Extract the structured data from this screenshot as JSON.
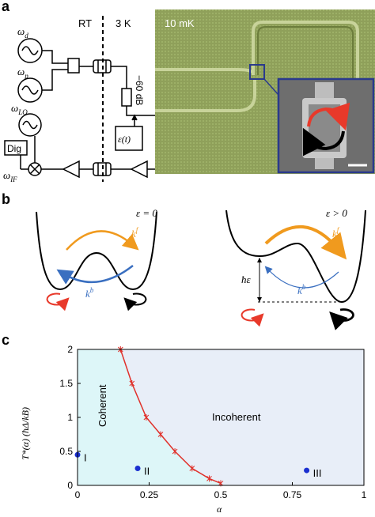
{
  "panel_a": {
    "label": "a",
    "rt_label": "RT",
    "cryo_label": "3 K",
    "mk_label": "10 mK",
    "omega_d": "ω",
    "omega_d_sub": "d",
    "omega_p": "ω",
    "omega_p_sub": "p",
    "omega_lo": "ω",
    "omega_lo_sub": "LO",
    "omega_if": "ω",
    "omega_if_sub": "IF",
    "dig": "Dig",
    "attenuation": "−60 dB",
    "epsilon_box": "ε(t)",
    "colors": {
      "chip_green": "#8fa05a",
      "inset_border": "#2a3a8c",
      "red_arrow": "#e8392a"
    }
  },
  "panel_b": {
    "label": "b",
    "left_eq": "ε = 0",
    "right_eq": "ε > 0",
    "kf": "k",
    "kf_sup": "f",
    "kb": "k",
    "kb_sup": "b",
    "hbar_eps": "ħε",
    "colors": {
      "orange": "#f09a1e",
      "blue": "#3a6fc0",
      "red": "#e8392a"
    }
  },
  "panel_c": {
    "label": "c",
    "ylabel": "T*(α) (ħΔ/kB)",
    "xlabel": "α",
    "region_coherent": "Coherent",
    "region_incoherent": "Incoherent",
    "point_labels": [
      "I",
      "II",
      "III"
    ],
    "colors": {
      "coherent_fill": "#ddf6f8",
      "incoherent_fill": "#e8eef8",
      "curve": "#e0302a",
      "points": "#1a2fd0"
    }
  },
  "chart_data": {
    "type": "line",
    "xlabel": "α",
    "ylabel": "T*(α) (ħΔ/kB)",
    "xlim": [
      0,
      1
    ],
    "ylim": [
      0,
      2
    ],
    "x_ticks": [
      "0",
      "0.25",
      "0.5",
      "0.75",
      "1"
    ],
    "y_ticks": [
      "0",
      "0.5",
      "1",
      "1.5",
      "2"
    ],
    "series": [
      {
        "x": [
          0.15,
          0.19,
          0.24,
          0.29,
          0.34,
          0.4,
          0.46,
          0.5
        ],
        "y": [
          2.0,
          1.5,
          1.0,
          0.75,
          0.5,
          0.25,
          0.1,
          0.03
        ]
      }
    ],
    "points": [
      {
        "label": "I",
        "x": 0.0,
        "y": 0.45
      },
      {
        "label": "II",
        "x": 0.21,
        "y": 0.25
      },
      {
        "label": "III",
        "x": 0.8,
        "y": 0.22
      }
    ]
  }
}
